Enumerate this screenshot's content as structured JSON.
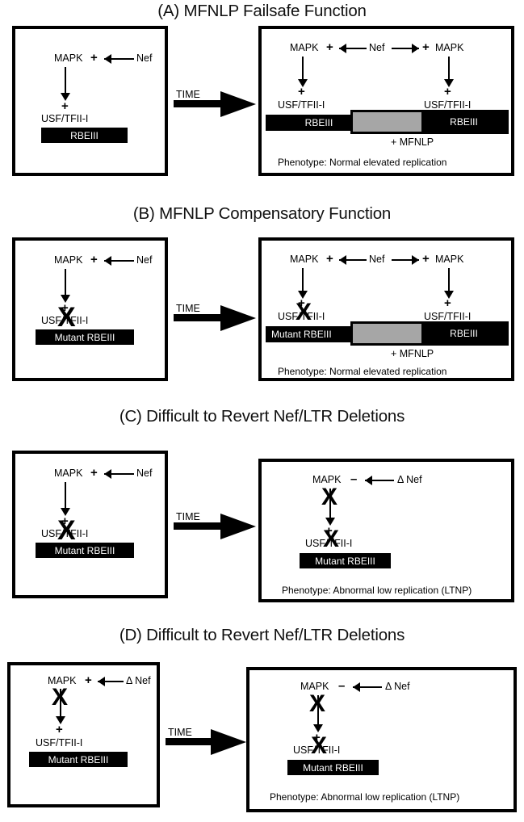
{
  "figure": {
    "title_a": "(A) MFNLP Failsafe Function",
    "title_b": "(B) MFNLP Compensatory Function",
    "title_c": "(C) Difficult to Revert Nef/LTR Deletions",
    "title_d": "(D) Difficult to Revert Nef/LTR Deletions",
    "time_label": "TIME",
    "colors": {
      "ink": "#000000",
      "paper": "#ffffff",
      "mfnlp_gray": "#a6a6a6"
    }
  },
  "labels": {
    "mapk": "MAPK",
    "nef": "Nef",
    "delta_nef": "Δ Nef",
    "plus": "+",
    "minus": "–",
    "usf": "USF/TFII-I",
    "rbeiii": "RBEIII",
    "mutant_rbeiii": "Mutant RBEIII",
    "mfnlp": "+ MFNLP",
    "cross": "X",
    "pheno_normal": "Phenotype: Normal elevated replication",
    "pheno_abnormal": "Phenotype: Abnormal low replication (LTNP)"
  },
  "panels": {
    "a": {
      "title": "(A) MFNLP Failsafe Function",
      "left": {
        "mapk": "MAPK",
        "sign": "+",
        "nef": "Nef",
        "usf": "USF/TFII-I",
        "usf_plus": "+",
        "bar": "RBEIII",
        "usf_crossed": false
      },
      "right": {
        "mapk_left": "MAPK",
        "sign_left": "+",
        "nef": "Nef",
        "sign_right": "+",
        "mapk_right": "MAPK",
        "usf_left": "USF/TFII-I",
        "usf_right": "USF/TFII-I",
        "plus_left": "+",
        "plus_right": "+",
        "bar_left": "RBEIII",
        "bar_right": "RBEIII",
        "mfnlp": "+ MFNLP",
        "phenotype": "Phenotype: Normal elevated replication"
      }
    },
    "b": {
      "title": "(B) MFNLP Compensatory Function",
      "left": {
        "mapk": "MAPK",
        "sign": "+",
        "nef": "Nef",
        "usf": "USF/TFII-I",
        "usf_plus": "+",
        "bar": "Mutant RBEIII",
        "usf_crossed": true
      },
      "right": {
        "mapk_left": "MAPK",
        "sign_left": "+",
        "nef": "Nef",
        "sign_right": "+",
        "mapk_right": "MAPK",
        "usf_left": "USF/TFII-I",
        "usf_right": "USF/TFII-I",
        "plus_left": "+",
        "plus_right": "+",
        "bar_left": "Mutant RBEIII",
        "bar_right": "RBEIII",
        "mfnlp": "+ MFNLP",
        "phenotype": "Phenotype: Normal elevated replication"
      }
    },
    "c": {
      "title": "(C) Difficult to Revert Nef/LTR Deletions",
      "left": {
        "mapk": "MAPK",
        "sign": "+",
        "nef": "Nef",
        "usf": "USF/TFII-I",
        "usf_plus": "+",
        "bar": "Mutant RBEIII",
        "usf_crossed": true
      },
      "right": {
        "mapk": "MAPK",
        "sign": "–",
        "nef": "Δ Nef",
        "usf": "USF/TFII-I",
        "usf_plus": "+",
        "bar": "Mutant RBEIII",
        "arrow_crossed": true,
        "usf_crossed": true,
        "phenotype": "Phenotype: Abnormal low replication (LTNP)"
      }
    },
    "d": {
      "title": "(D) Difficult to Revert Nef/LTR Deletions",
      "left": {
        "mapk": "MAPK",
        "sign": "+",
        "nef": "Δ Nef",
        "usf": "USF/TFII-I",
        "usf_plus": "+",
        "bar": "Mutant RBEIII",
        "arrow_crossed": true,
        "usf_crossed": false
      },
      "right": {
        "mapk": "MAPK",
        "sign": "–",
        "nef": "Δ Nef",
        "usf": "USF/TFII-I",
        "usf_plus": "+",
        "bar": "Mutant RBEIII",
        "arrow_crossed": true,
        "usf_crossed": true,
        "phenotype": "Phenotype: Abnormal low replication (LTNP)"
      }
    }
  }
}
